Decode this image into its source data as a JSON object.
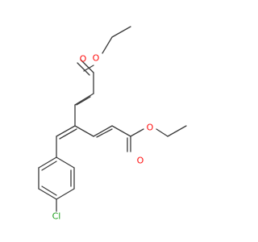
{
  "atoms": {
    "o_carbonyl_upper": "O",
    "o_ester_upper": "O",
    "o_carbonyl_lower": "O",
    "o_ester_lower": "O",
    "chlorine": "Cl"
  },
  "colors": {
    "bond": "#3a3a3a",
    "oxygen": "#ff0d0d",
    "chlorine": "#1fa01f",
    "background": "#ffffff"
  }
}
